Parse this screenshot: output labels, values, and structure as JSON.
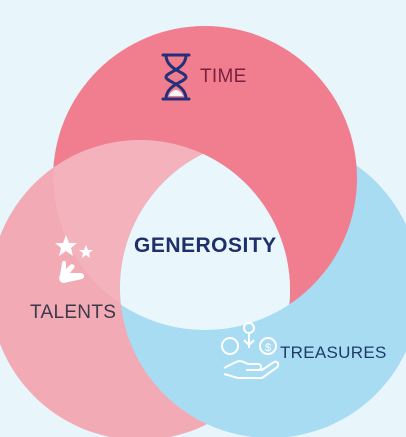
{
  "diagram": {
    "center_label": "GENEROSITY",
    "sets": [
      {
        "id": "time",
        "label": "TIME",
        "icon": "hourglass-icon",
        "color": "#f07e8e"
      },
      {
        "id": "talents",
        "label": "TALENTS",
        "icon": "stars-hand-icon",
        "color": "#f2aab5"
      },
      {
        "id": "treasures",
        "label": "TREASURES",
        "icon": "money-hand-icon",
        "color": "#a8dcf3"
      }
    ],
    "colors": {
      "background": "#e8f6fc",
      "center": "#e9f6fc"
    }
  }
}
